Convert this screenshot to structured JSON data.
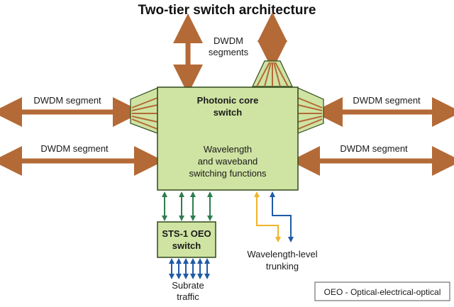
{
  "title": "Two-tier switch architecture",
  "colors": {
    "box_fill": "#cfe3a3",
    "box_stroke": "#2f4a1a",
    "arrow_brown": "#b46a36",
    "arrow_green": "#2e7d4f",
    "arrow_blue": "#1f5aa6",
    "arrow_yellow": "#f0b429"
  },
  "nodes": {
    "core": {
      "name": "Photonic core switch",
      "name_lines": [
        "Photonic core",
        "switch"
      ],
      "function_lines": [
        "Wavelength",
        "and waveband",
        "switching functions"
      ]
    },
    "oeo": {
      "name_lines": [
        "STS-1 OEO",
        "switch"
      ]
    }
  },
  "labels": {
    "top_segments": [
      "DWDM",
      "segments"
    ],
    "left_top": "DWDM segment",
    "left_bottom": "DWDM segment",
    "right_top": "DWDM segment",
    "right_bottom": "DWDM segment",
    "subrate": [
      "Subrate",
      "traffic"
    ],
    "wavelength_trunking": [
      "Wavelength-level",
      "trunking"
    ]
  },
  "legend": "OEO - Optical-electrical-optical",
  "icons": [
    "mux-demux-icon"
  ]
}
